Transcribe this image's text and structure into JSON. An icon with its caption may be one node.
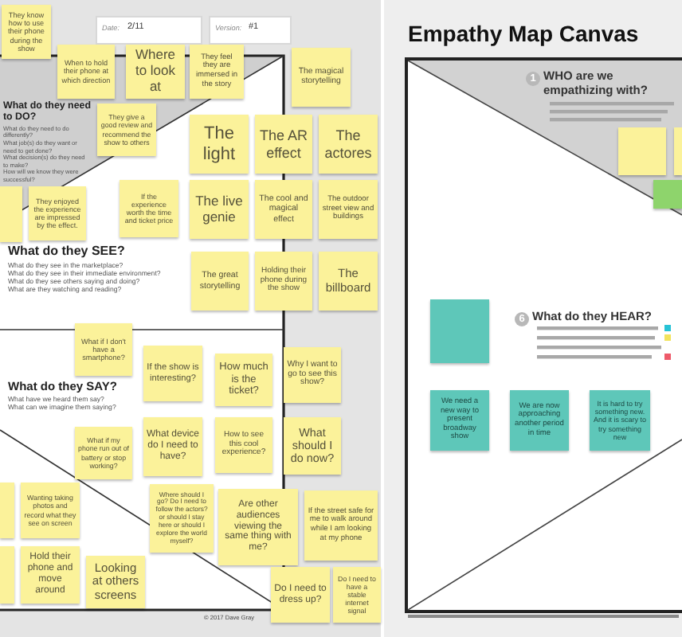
{
  "diagram": {
    "title": "Empathy Map Canvas",
    "nodes": [
      {
        "text": [
          "They know how to use their phone during the show"
        ]
      },
      {
        "text": [
          "When to hold their phone at which direction"
        ]
      },
      {
        "text": [
          "Where to look at"
        ]
      },
      {
        "text": [
          "They feel they are immersed in the story"
        ]
      },
      {
        "text": [
          "The magical storytelling"
        ]
      },
      {
        "text": [
          "They give a good review and recommend the show to others"
        ]
      },
      {
        "text": [
          "The light"
        ]
      },
      {
        "text": [
          "The AR effect"
        ]
      },
      {
        "text": [
          "The actores"
        ]
      },
      {
        "text": [],
        "shape": "box"
      },
      {
        "text": [
          "They enjoyed the experience are impressed by the effect."
        ]
      },
      {
        "text": [
          "If the experience worth the time and ticket price"
        ]
      },
      {
        "text": [
          "The live genie"
        ]
      },
      {
        "text": [
          "The cool and magical effect"
        ]
      },
      {
        "text": [
          "The outdoor street view and buildings"
        ]
      },
      {
        "text": [
          "The great storytelling"
        ]
      },
      {
        "text": [
          "Holding their phone during the show"
        ]
      },
      {
        "text": [
          "The billboard"
        ]
      },
      {
        "text": [
          "What if I don't have a smartphone?"
        ]
      },
      {
        "text": [
          "If the show is interesting?"
        ]
      },
      {
        "text": [
          "How much is the ticket?"
        ]
      },
      {
        "text": [
          "Why I want to go to see this show?"
        ]
      },
      {
        "text": [
          "What device do I need to have?"
        ]
      },
      {
        "text": [
          "What if my phone run out of battery or stop working?"
        ]
      },
      {
        "text": [
          "How to see this cool experience?"
        ]
      },
      {
        "text": [
          "What should I do now?"
        ]
      },
      {
        "text": [],
        "shape": "box"
      },
      {
        "text": [
          "Wanting taking photos and record what they see on screen"
        ]
      },
      {
        "text": [
          "Where should I go? Do I need to follow the actors? or should I stay here or should I explore the world myself?"
        ]
      },
      {
        "text": [
          "Are other audiences viewing the same thing with me?"
        ]
      },
      {
        "text": [
          "If the street safe for me to walk around while I am looking at my phone"
        ]
      },
      {
        "text": [],
        "shape": "box"
      },
      {
        "text": [
          "Hold their phone and move around"
        ]
      },
      {
        "text": [
          "Looking at others screens"
        ]
      },
      {
        "text": [
          "Do I need to dress up?"
        ]
      },
      {
        "text": [
          "Do I need to have a stable internet signal"
        ]
      },
      {
        "text": [],
        "shape": "box"
      },
      {
        "text": [],
        "shape": "box"
      },
      {
        "text": [],
        "shape": "box"
      },
      {
        "text": [],
        "shape": "box"
      },
      {
        "text": [
          "We need a new way to present broadway show"
        ]
      },
      {
        "text": [
          "We are now approaching another period in time"
        ]
      },
      {
        "text": [
          "It is hard to try something new. And it is scary to try something new"
        ]
      }
    ],
    "labels": [
      "Date:",
      "2/11",
      "Version:",
      "#1",
      "What do they need to DO?",
      "What do they need to do differently?",
      "What job(s) do they want or need to get done?",
      "What decision(s) do they need to make?",
      "How will we know they were successful?",
      "What do they SEE?",
      "What do they see in the marketplace?",
      "What do they see in their immediate environment?",
      "What do they see others saying and doing?",
      "What are they watching and reading?",
      "What do they SAY?",
      "What have we heard them say?",
      "What can we imagine them saying?",
      "© 2017 Dave Gray",
      "1",
      "WHO are we empathizing with?",
      "6",
      "What do they HEAR?"
    ]
  }
}
